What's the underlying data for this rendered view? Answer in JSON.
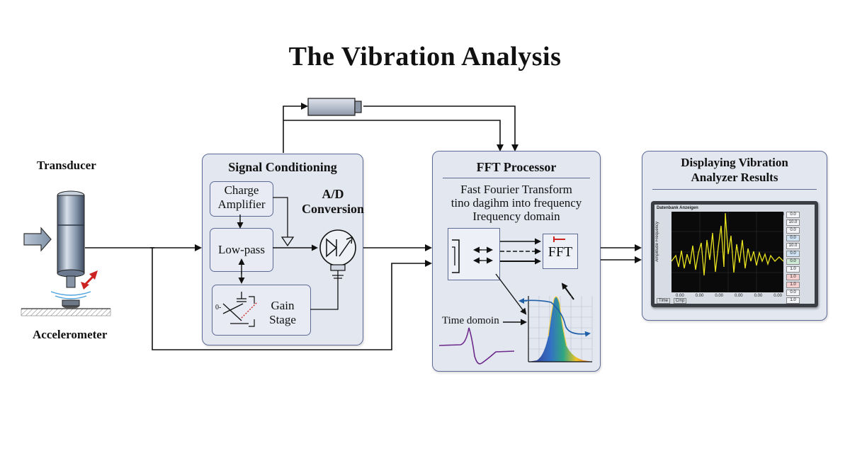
{
  "title": "The Vibration Analysis",
  "transducer": {
    "top_label": "Transducer",
    "bottom_label": "Accelerometer"
  },
  "signal_conditioning": {
    "title": "Signal Conditioning",
    "charge_amplifier": "Charge\nAmplifier",
    "ad_conversion": "A/D\nConversion",
    "low_pass": "Low-pass",
    "gain_stage": "Gain\nStage",
    "switch_label": "0-"
  },
  "fft_processor": {
    "title": "FFT Processor",
    "description": [
      "Fast Fourier Transform",
      "tino dagihm into frequency",
      "Irequency domain"
    ],
    "fft_box": "FFT",
    "time_domain": "Time domoin"
  },
  "display": {
    "title": "Displaying Vibration\nAnalyzer Results",
    "screen_title": "Datenbank Anzeigen",
    "y_axis_label": "Amplitude Frequency",
    "x_ticks": [
      "0.00",
      "0.00",
      "0.00",
      "0.00",
      "0.00",
      "0.00"
    ],
    "side_buttons": [
      "0.0",
      "10.0",
      "0.0",
      "0.0",
      "10.0",
      "0.0",
      "0.0",
      "1.0",
      "1.0",
      "1.0",
      "0.0",
      "1.0"
    ],
    "status_items": [
      "Time",
      "Cmp"
    ],
    "colors": {
      "trace": "#e8e21f",
      "screen_bg": "#0a0a0a",
      "panel_bg": "#d7dce5"
    }
  },
  "colors": {
    "block_fill": "#e3e7f0",
    "block_border": "#5d6a96",
    "arrow_red": "#cc2222"
  }
}
